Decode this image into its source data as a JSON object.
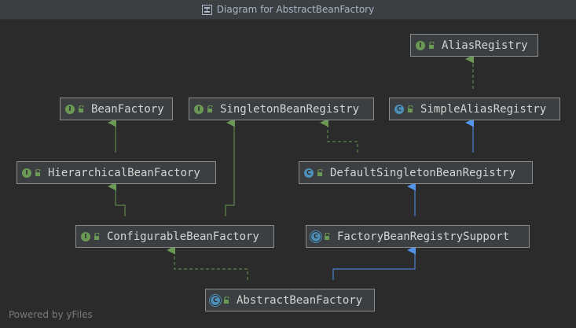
{
  "window": {
    "title": "Diagram for AbstractBeanFactory"
  },
  "footer": {
    "text": "Powered by yFiles"
  },
  "colors": {
    "interface_arrow": "#6a9955",
    "class_arrow": "#5394ec",
    "node_bg": "#3c3f41",
    "node_border": "#8c8c8c"
  },
  "nodes": [
    {
      "id": "AliasRegistry",
      "label": "AliasRegistry",
      "kind": "interface",
      "icon": "interface-icon"
    },
    {
      "id": "BeanFactory",
      "label": "BeanFactory",
      "kind": "interface",
      "icon": "interface-icon"
    },
    {
      "id": "SingletonBeanRegistry",
      "label": "SingletonBeanRegistry",
      "kind": "interface",
      "icon": "interface-icon"
    },
    {
      "id": "SimpleAliasRegistry",
      "label": "SimpleAliasRegistry",
      "kind": "class",
      "icon": "class-icon"
    },
    {
      "id": "HierarchicalBeanFactory",
      "label": "HierarchicalBeanFactory",
      "kind": "interface",
      "icon": "interface-icon"
    },
    {
      "id": "DefaultSingletonBeanRegistry",
      "label": "DefaultSingletonBeanRegistry",
      "kind": "class",
      "icon": "class-icon"
    },
    {
      "id": "ConfigurableBeanFactory",
      "label": "ConfigurableBeanFactory",
      "kind": "interface",
      "icon": "interface-icon"
    },
    {
      "id": "FactoryBeanRegistrySupport",
      "label": "FactoryBeanRegistrySupport",
      "kind": "abstract",
      "icon": "abstract-class-icon"
    },
    {
      "id": "AbstractBeanFactory",
      "label": "AbstractBeanFactory",
      "kind": "abstract",
      "icon": "abstract-class-icon"
    }
  ],
  "edges": [
    {
      "from": "SimpleAliasRegistry",
      "to": "AliasRegistry",
      "type": "implements"
    },
    {
      "from": "HierarchicalBeanFactory",
      "to": "BeanFactory",
      "type": "extends-interface"
    },
    {
      "from": "DefaultSingletonBeanRegistry",
      "to": "SingletonBeanRegistry",
      "type": "implements"
    },
    {
      "from": "DefaultSingletonBeanRegistry",
      "to": "SimpleAliasRegistry",
      "type": "extends"
    },
    {
      "from": "ConfigurableBeanFactory",
      "to": "HierarchicalBeanFactory",
      "type": "extends-interface"
    },
    {
      "from": "ConfigurableBeanFactory",
      "to": "SingletonBeanRegistry",
      "type": "extends-interface"
    },
    {
      "from": "FactoryBeanRegistrySupport",
      "to": "DefaultSingletonBeanRegistry",
      "type": "extends"
    },
    {
      "from": "AbstractBeanFactory",
      "to": "ConfigurableBeanFactory",
      "type": "implements"
    },
    {
      "from": "AbstractBeanFactory",
      "to": "FactoryBeanRegistrySupport",
      "type": "extends"
    }
  ]
}
